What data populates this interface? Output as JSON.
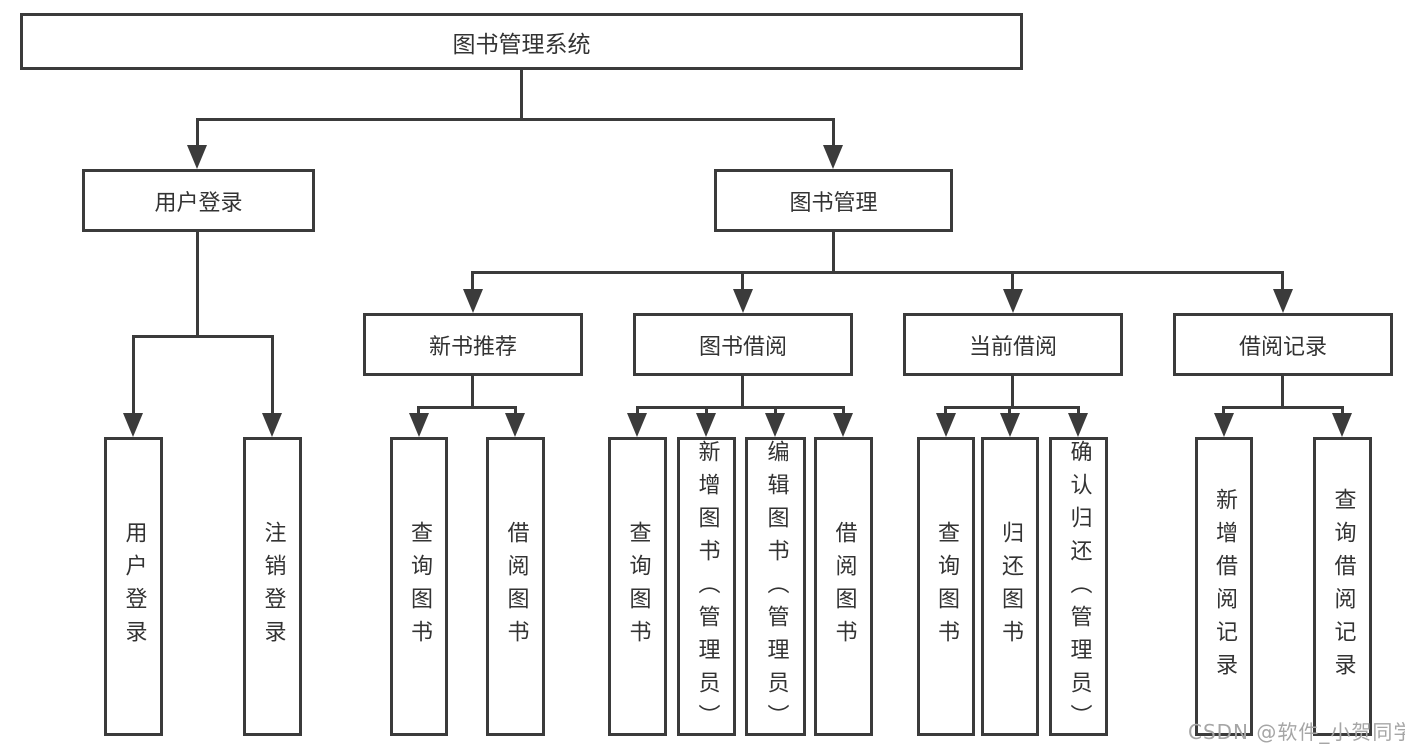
{
  "tree": {
    "root": "图书管理系统",
    "branches": [
      {
        "label": "用户登录",
        "leaves": [
          "用户登录",
          "注销登录"
        ]
      },
      {
        "label": "图书管理",
        "groups": [
          {
            "label": "新书推荐",
            "leaves": [
              "查询图书",
              "借阅图书"
            ]
          },
          {
            "label": "图书借阅",
            "leaves": [
              "查询图书",
              "新增图书（管理员）",
              "编辑图书（管理员）",
              "借阅图书"
            ]
          },
          {
            "label": "当前借阅",
            "leaves": [
              "查询图书",
              "归还图书",
              "确认归还（管理员）"
            ]
          },
          {
            "label": "借阅记录",
            "leaves": [
              "新增借阅记录",
              "查询借阅记录"
            ]
          }
        ]
      }
    ]
  },
  "watermark": "CSDN @软件_小贺同学",
  "colors": {
    "line": "#3b3b3b",
    "text": "#333333",
    "watermark": "#a6a6a6",
    "background": "#ffffff"
  }
}
